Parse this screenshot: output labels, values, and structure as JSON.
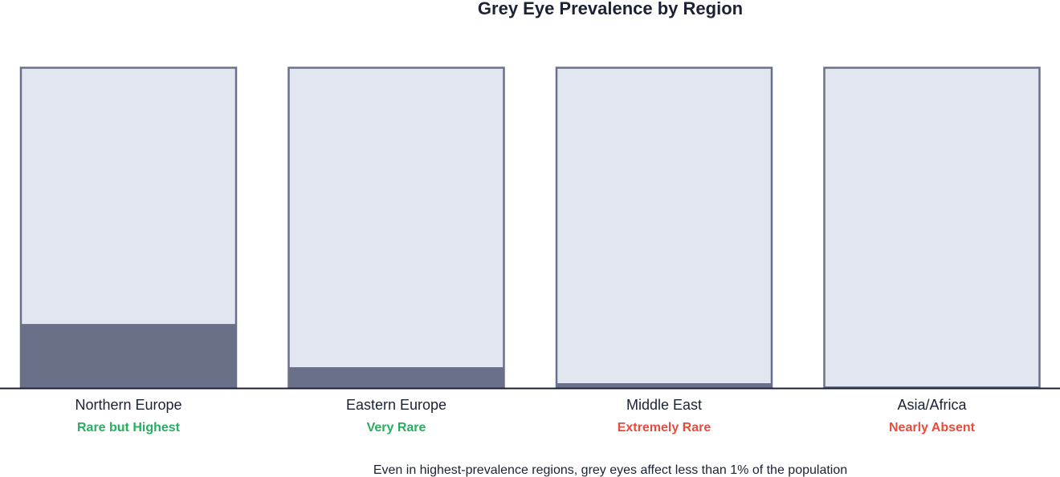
{
  "colors": {
    "title": "#1a2233",
    "container_fill": "#e2e6f0",
    "container_stroke": "#6b7089",
    "bar_fill": "#6b7089",
    "baseline": "#1a2233",
    "label": "#1a2233",
    "status_high": "#27ae60",
    "status_low": "#e74c3c",
    "footnote": "#1a2233"
  },
  "chart_data": {
    "type": "bar",
    "title": "Grey Eye Prevalence by Region",
    "categories": [
      "Northern Europe",
      "Eastern Europe",
      "Middle East",
      "Asia/Africa"
    ],
    "values": [
      0.2,
      0.065,
      0.015,
      0.005
    ],
    "value_scale": "fraction of a full column (no value axis printed)",
    "status_labels": [
      "Rare but Highest",
      "Very Rare",
      "Extremely Rare",
      "Nearly Absent"
    ],
    "status_colors": [
      "#27ae60",
      "#27ae60",
      "#e74c3c",
      "#e74c3c"
    ],
    "ylim": [
      0,
      1
    ],
    "grid": false,
    "legend": "none"
  },
  "footnote": "Even in highest-prevalence regions, grey eyes affect less than 1% of the population"
}
